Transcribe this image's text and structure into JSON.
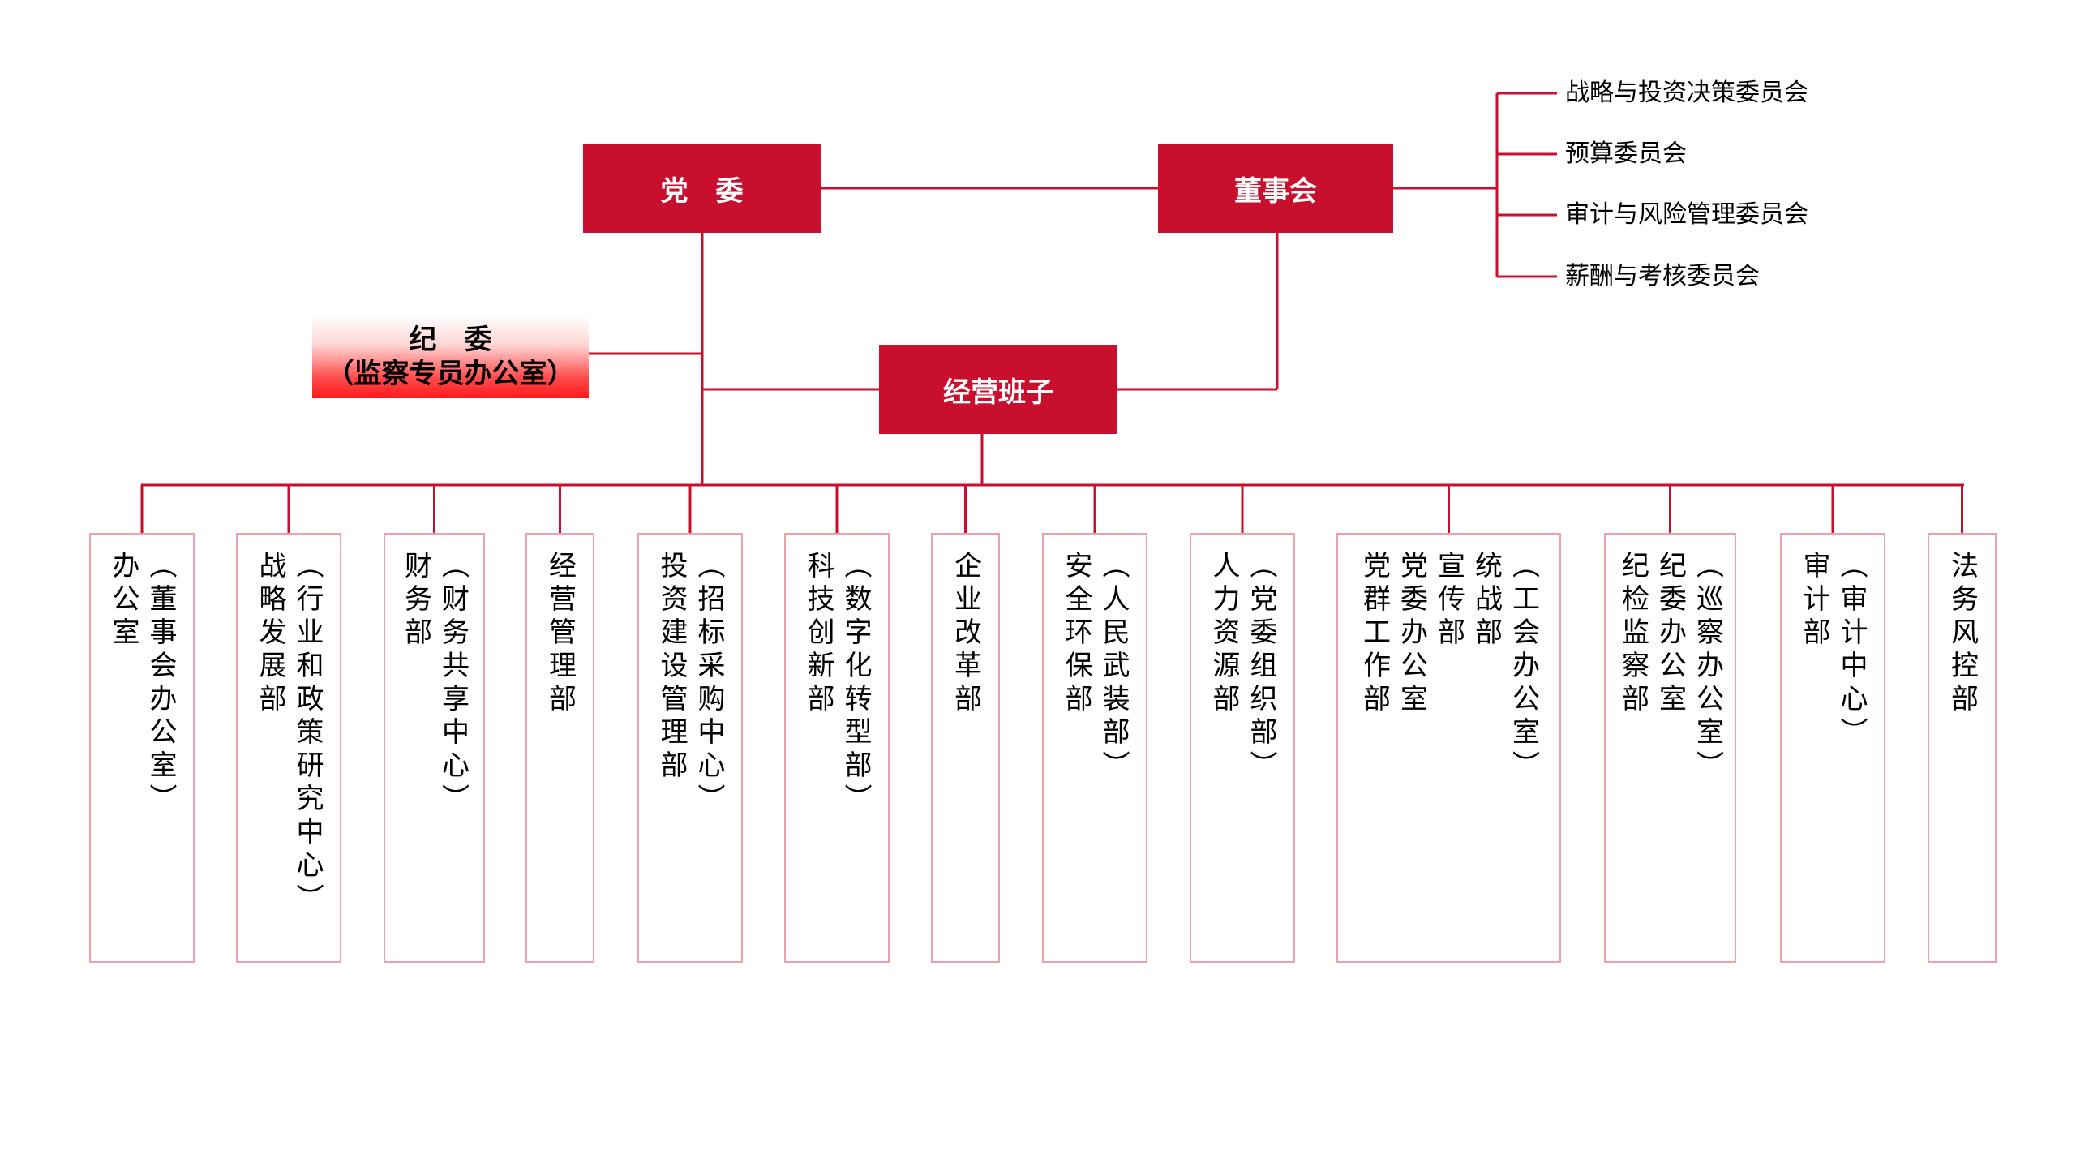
{
  "colors": {
    "primary": "#c8102e",
    "line": "#c8102e",
    "dept_border": "#f0a0a8"
  },
  "top": {
    "party": "党　委",
    "board": "董事会",
    "management": "经营班子"
  },
  "discipline": {
    "line1": "纪　委",
    "line2": "（监察专员办公室）"
  },
  "committees": [
    "战略与投资决策委员会",
    "预算委员会",
    "审计与风险管理委员会",
    "薪酬与考核委员会"
  ],
  "departments": [
    {
      "name": "dept-board-office",
      "cols": [
        "（董事会办公室）",
        "办公室"
      ]
    },
    {
      "name": "dept-strategy",
      "cols": [
        "（行业和政策研究中心）",
        "战略发展部"
      ]
    },
    {
      "name": "dept-finance",
      "cols": [
        "（财务共享中心）",
        "财务部"
      ]
    },
    {
      "name": "dept-operations",
      "cols": [
        "经营管理部"
      ]
    },
    {
      "name": "dept-investment",
      "cols": [
        "（招标采购中心）",
        "投资建设管理部"
      ]
    },
    {
      "name": "dept-tech",
      "cols": [
        "（数字化转型部）",
        "科技创新部"
      ]
    },
    {
      "name": "dept-reform",
      "cols": [
        "企业改革部"
      ]
    },
    {
      "name": "dept-safety",
      "cols": [
        "（人民武装部）",
        "安全环保部"
      ]
    },
    {
      "name": "dept-hr",
      "cols": [
        "（党委组织部）",
        "人力资源部"
      ]
    },
    {
      "name": "dept-party",
      "cols": [
        "（工会办公室）",
        "统战部",
        "宣传部",
        "党委办公室",
        "党群工作部"
      ]
    },
    {
      "name": "dept-discipline",
      "cols": [
        "（巡察办公室）",
        "纪委办公室",
        "纪检监察部"
      ]
    },
    {
      "name": "dept-audit",
      "cols": [
        "（审计中心）",
        "审计部"
      ]
    },
    {
      "name": "dept-legal",
      "cols": [
        "法务风控部"
      ]
    }
  ]
}
